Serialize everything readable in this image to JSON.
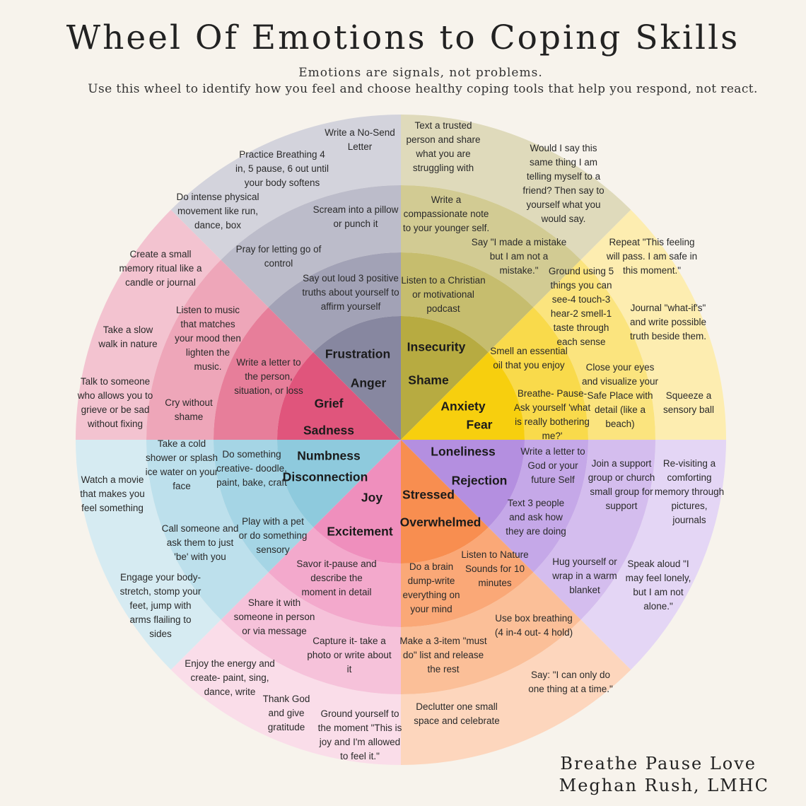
{
  "header": {
    "title": "Wheel Of Emotions to Coping Skills",
    "subtitle_1": "Emotions are signals, not problems.",
    "subtitle_2": "Use this wheel to identify how you feel and choose healthy coping tools that help you respond, not react."
  },
  "sectors": [
    {
      "id": "anger",
      "colors": [
        "#b7ab41",
        "#c6bd6e",
        "#d2cb93",
        "#dfdabb"
      ],
      "emotions": [
        "Frustration",
        "Anger"
      ]
    },
    {
      "id": "shame",
      "colors": [
        "#f7cf0e",
        "#f9da4b",
        "#fbe47e",
        "#fdedb0"
      ],
      "emotions": [
        "Insecurity",
        "Shame"
      ]
    },
    {
      "id": "fear",
      "colors": [
        "#b48fe0",
        "#c5a8e8",
        "#d4bdee",
        "#e4d6f5"
      ],
      "emotions": [
        "Anxiety",
        "Fear"
      ]
    },
    {
      "id": "rejection",
      "colors": [
        "#f88e50",
        "#faa877",
        "#fbbf98",
        "#fdd6bd"
      ],
      "emotions": [
        "Loneliness",
        "Rejection"
      ]
    },
    {
      "id": "overwhelm",
      "colors": [
        "#ef8fbd",
        "#f3a9cc",
        "#f6c2da",
        "#fadde9"
      ],
      "emotions": [
        "Stressed",
        "Overwhelmed"
      ]
    },
    {
      "id": "joy",
      "colors": [
        "#8ecadd",
        "#a5d5e5",
        "#bde0ec",
        "#d6ebf2"
      ],
      "emotions": [
        "Joy",
        "Excitement"
      ]
    },
    {
      "id": "numbness",
      "colors": [
        "#e0557c",
        "#e77e9a",
        "#eea6b9",
        "#f3c3d0"
      ],
      "emotions": [
        "Numbness",
        "Disconnection"
      ]
    },
    {
      "id": "sadness",
      "colors": [
        "#8787a0",
        "#a2a2b6",
        "#bcbcca",
        "#d3d3dc"
      ],
      "emotions": [
        "Grief",
        "Sadness"
      ]
    }
  ],
  "skills": {
    "anger": [
      "Write a No-Send Letter",
      "Practice Breathing 4 in, 5 pause, 6 out until your body softens",
      "Do intense physical movement like run, dance, box",
      "Scream into a pillow or punch it",
      "Pray for letting go of control",
      "Say out loud 3 positive truths about yourself to affirm yourself"
    ],
    "shame": [
      "Text a trusted person and share what you are struggling with",
      "Would I say this same thing I am telling myself to a friend? Then say to yourself what you would say.",
      "Write a compassionate note to your younger self.",
      "Say \"I made a mistake but I am not a mistake.\"",
      "Listen to a Christian or motivational podcast"
    ],
    "fear": [
      "Repeat \"This feeling will pass. I am safe in this moment.\"",
      "Ground using 5 things you can see-4 touch-3 hear-2 smell-1 taste through each sense",
      "Journal \"what-if's\" and write possible truth beside them.",
      "Smell an essential oil that you enjoy",
      "Close your eyes and visualize your Safe Place with detail (like a beach)",
      "Squeeze a sensory ball",
      "Breathe- Pause- Ask yourself 'what is really bothering me?'"
    ],
    "rejection": [
      "Write a letter to God or your future Self",
      "Join a support group or church small group for support",
      "Re-visiting a comforting memory through pictures, journals",
      "Text 3 people and ask how they are doing",
      "Hug yourself or wrap in a warm blanket",
      "Speak aloud \"I may feel lonely, but I am not alone.\""
    ],
    "overwhelm": [
      "Listen to Nature Sounds for 10 minutes",
      "Do a brain dump-write everything on your mind",
      "Use box breathing (4 in-4 out- 4 hold)",
      "Make a 3-item \"must do\" list and release the rest",
      "Say: \"I can only do one thing at a time.\"",
      "Declutter one small space and celebrate"
    ],
    "joy": [
      "Savor it-pause and describe the moment in detail",
      "Share it with someone in person or via message",
      "Capture it- take a photo or write about it",
      "Enjoy the energy and create- paint, sing, dance, write",
      "Thank God and give gratitude",
      "Ground yourself to the moment \"This is joy and I'm allowed to feel it.\""
    ],
    "numbness": [
      "Do something creative- doodle, paint, bake, craft",
      "Take a cold shower or splash ice water on your face",
      "Watch a movie that makes you feel something",
      "Play with a pet or do something sensory",
      "Call someone and ask them to just 'be' with you",
      "Engage your body- stretch, stomp your feet, jump with arms flailing to sides"
    ],
    "sadness": [
      "Create a small memory ritual like a candle or journal",
      "Listen to music that matches your mood then lighten the music.",
      "Take a slow walk in nature",
      "Write a letter to the person, situation, or loss",
      "Talk to someone who allows you to grieve or be sad without fixing",
      "Cry without shame"
    ]
  },
  "footer": {
    "credit_1": "Breathe Pause Love",
    "credit_2": "Meghan Rush, LMHC"
  }
}
